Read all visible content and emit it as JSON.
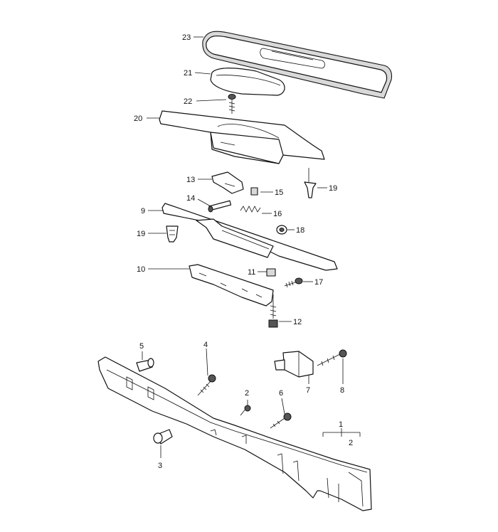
{
  "diagram": {
    "callouts": [
      {
        "id": "23",
        "text": "23"
      },
      {
        "id": "21",
        "text": "21"
      },
      {
        "id": "22",
        "text": "22"
      },
      {
        "id": "20",
        "text": "20"
      },
      {
        "id": "19a",
        "text": "19"
      },
      {
        "id": "13",
        "text": "13"
      },
      {
        "id": "15",
        "text": "15"
      },
      {
        "id": "14",
        "text": "14"
      },
      {
        "id": "16",
        "text": "16"
      },
      {
        "id": "9",
        "text": "9"
      },
      {
        "id": "18",
        "text": "18"
      },
      {
        "id": "19b",
        "text": "19"
      },
      {
        "id": "10",
        "text": "10"
      },
      {
        "id": "11",
        "text": "11"
      },
      {
        "id": "17",
        "text": "17"
      },
      {
        "id": "12",
        "text": "12"
      },
      {
        "id": "5",
        "text": "5"
      },
      {
        "id": "4",
        "text": "4"
      },
      {
        "id": "7",
        "text": "7"
      },
      {
        "id": "8",
        "text": "8"
      },
      {
        "id": "2a",
        "text": "2"
      },
      {
        "id": "6",
        "text": "6"
      },
      {
        "id": "3",
        "text": "3"
      },
      {
        "id": "1",
        "text": "1"
      },
      {
        "id": "2b",
        "text": "2"
      }
    ]
  }
}
